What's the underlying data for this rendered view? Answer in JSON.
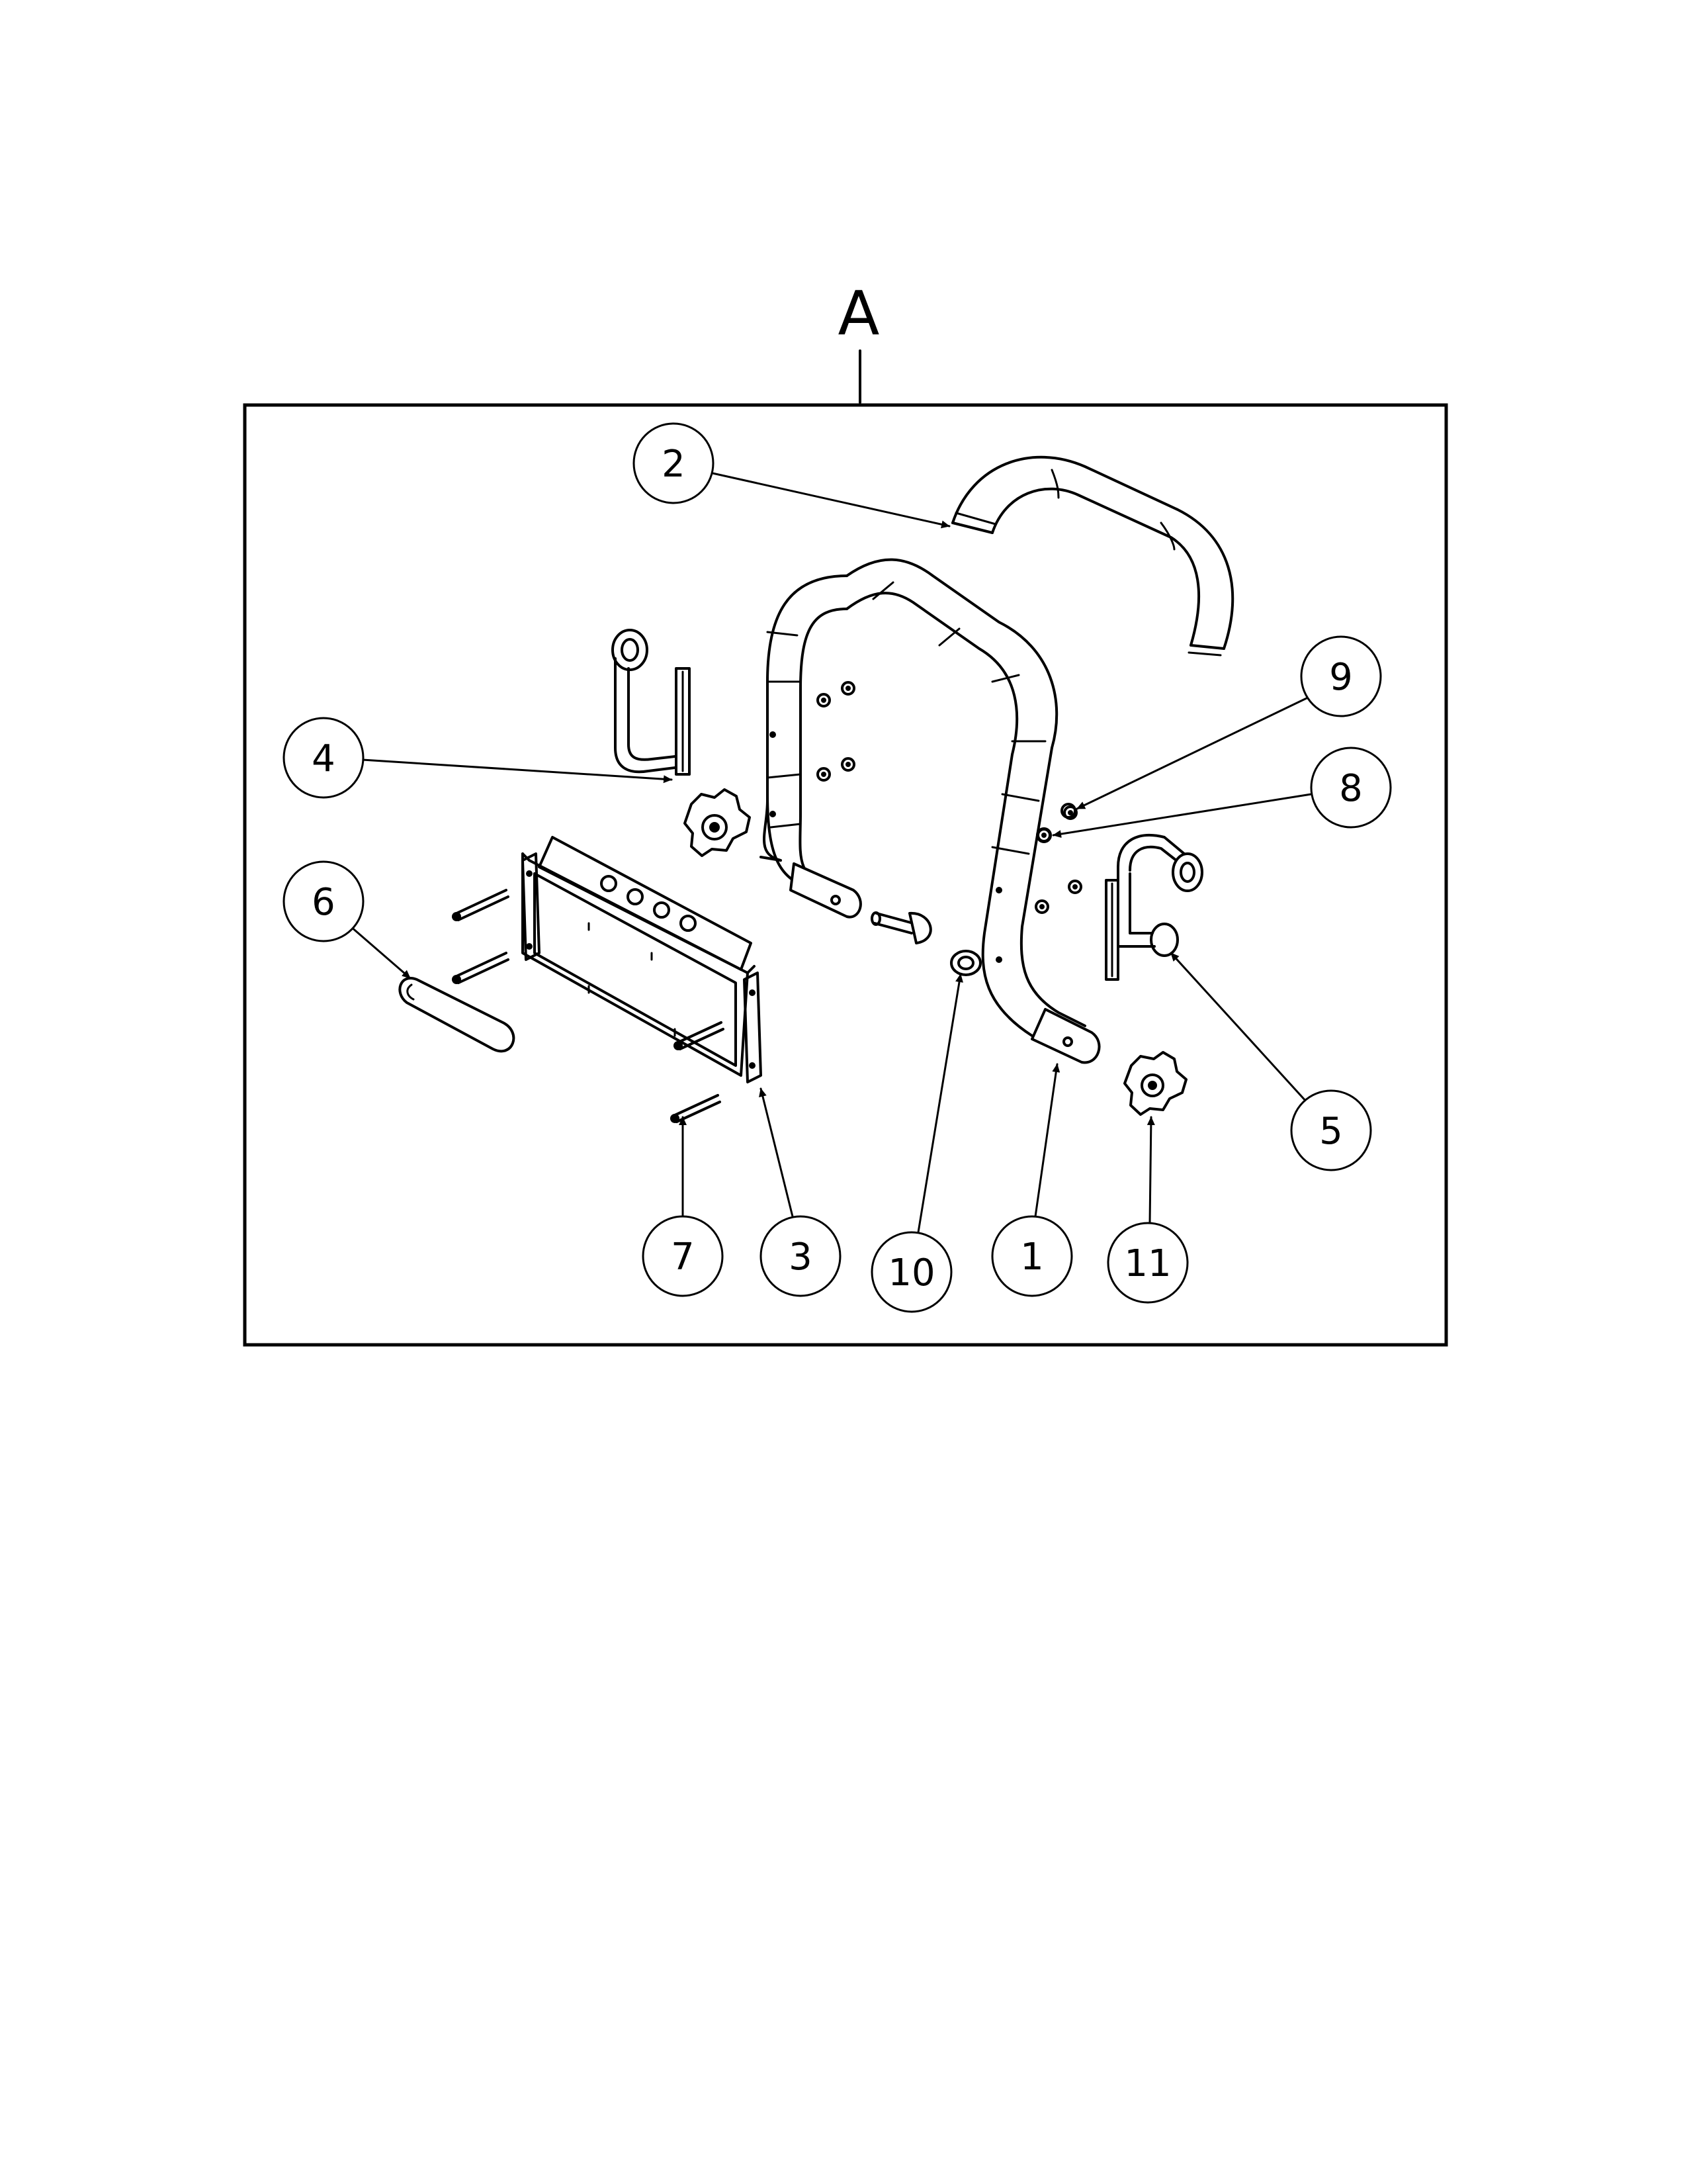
{
  "view": {
    "label": "A"
  },
  "callouts": [
    {
      "id": "2",
      "label": "2"
    },
    {
      "id": "4",
      "label": "4"
    },
    {
      "id": "6",
      "label": "6"
    },
    {
      "id": "9",
      "label": "9"
    },
    {
      "id": "8",
      "label": "8"
    },
    {
      "id": "5",
      "label": "5"
    },
    {
      "id": "7",
      "label": "7"
    },
    {
      "id": "3",
      "label": "3"
    },
    {
      "id": "10",
      "label": "10"
    },
    {
      "id": "1",
      "label": "1"
    },
    {
      "id": "11",
      "label": "11"
    }
  ]
}
